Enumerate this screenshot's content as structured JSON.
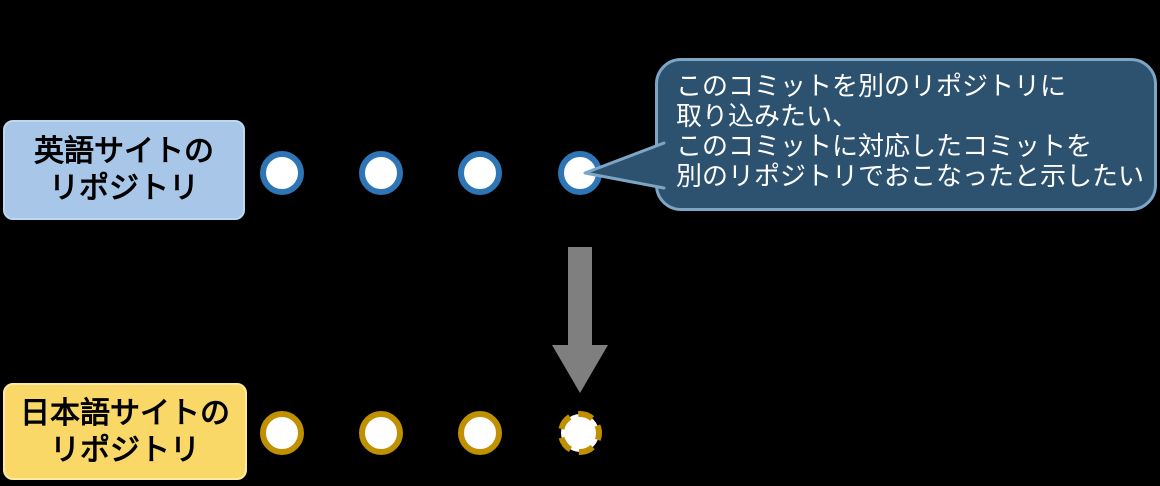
{
  "colors": {
    "background": "#000000",
    "en_box_fill": "#A8C7E8",
    "en_box_border": "#BDD7EE",
    "jp_box_fill": "#F9D868",
    "jp_box_border": "#FDE9A0",
    "commit_blue": "#2E75B6",
    "commit_gold": "#BF9000",
    "commit_fill": "#FFFFFF",
    "callout_fill": "#2D526F",
    "callout_border": "#7CA5C6",
    "callout_text": "#FFFFFF",
    "arrow_gray": "#7F7F7F",
    "label_text": "#000000"
  },
  "english_repo": {
    "label_line1": "英語サイトの",
    "label_line2": "リポジトリ",
    "commit_count": 4
  },
  "japanese_repo": {
    "label_line1": "日本語サイトの",
    "label_line2": "リポジトリ",
    "commit_count": 4,
    "last_commit_style": "dashed"
  },
  "callout": {
    "line1": "このコミットを別のリポジトリに",
    "line2": "取り込みたい、",
    "line3": "このコミットに対応したコミットを",
    "line4": "別のリポジトリでおこなったと示したい"
  },
  "arrow": {
    "direction": "down"
  }
}
